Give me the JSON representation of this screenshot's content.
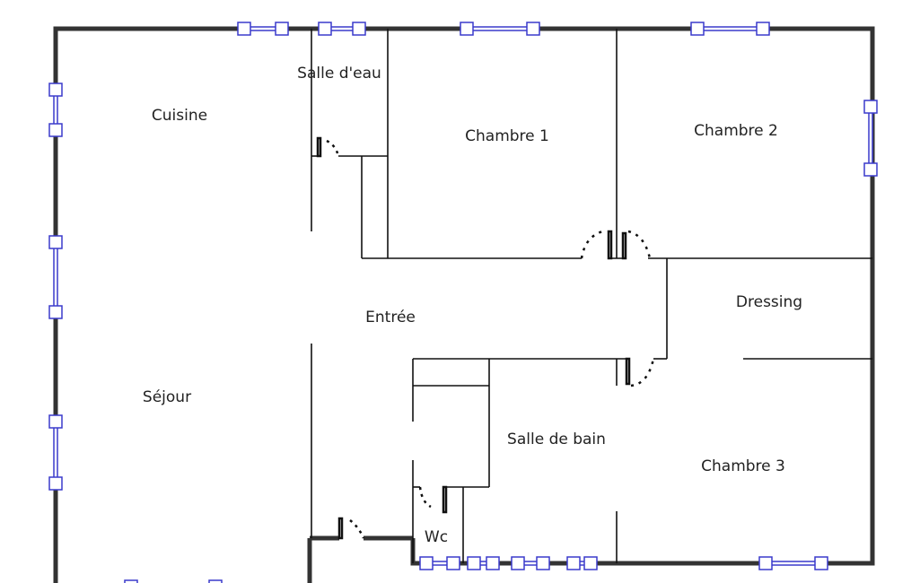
{
  "rooms": {
    "salle_deau": "Salle d'eau",
    "cuisine": "Cuisine",
    "chambre1": "Chambre 1",
    "chambre2": "Chambre 2",
    "entree": "Entrée",
    "dressing": "Dressing",
    "sejour": "Séjour",
    "salle_de_bain": "Salle de bain",
    "chambre3": "Chambre 3",
    "wc": "Wc"
  },
  "colors": {
    "wall": "#333333",
    "window": "#3a3acc",
    "line": "#111111"
  }
}
